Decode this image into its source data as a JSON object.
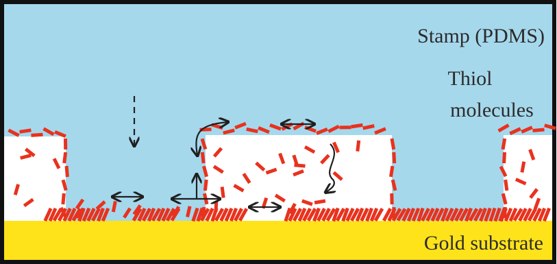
{
  "labels": {
    "stamp": "Stamp (PDMS)",
    "thiol_line1": "Thiol",
    "thiol_line2": "molecules",
    "substrate": "Gold substrate"
  },
  "colors": {
    "stamp": "#a6d8ec",
    "substrate": "#ffe31a",
    "molecules": "#e8321e",
    "arrows": "#1f1f1f",
    "frame": "#111111",
    "recess": "#ffffff"
  },
  "icons": {
    "diffusion_arrow": "double-headed-arrow",
    "deposition_arrow": "dashed-down-arrow",
    "transfer_arrow": "curved-arrow"
  }
}
